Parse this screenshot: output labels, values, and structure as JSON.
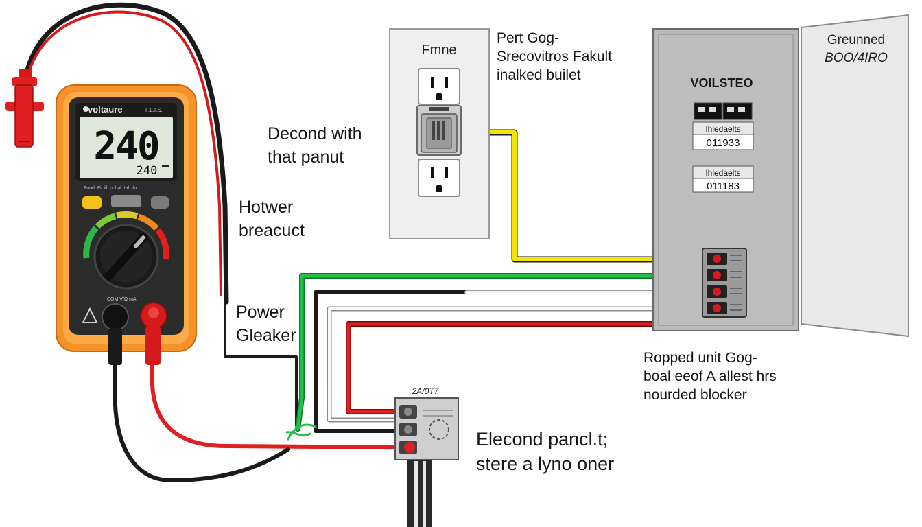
{
  "meter": {
    "brand": "voltaure",
    "model": "F.L.I.S.",
    "reading": "240",
    "sub_reading": "240",
    "function_row": "Fund. Fi. iil. nchal. tal. tlu"
  },
  "outlet": {
    "title": "Fmne"
  },
  "panel": {
    "title": "VOILSTEO",
    "breaker_1": {
      "label": "Ihledaelts",
      "value": "011933"
    },
    "breaker_2": {
      "label": "Ihledaelts",
      "value": "011183"
    },
    "door_label": [
      "Greunned",
      "BOO/4IRO"
    ]
  },
  "junction_box": {
    "label": "2A/0T7"
  },
  "labels": {
    "outlet_note": [
      "Pert Gog-",
      "Srecovitros Fakult",
      "inalked builet"
    ],
    "decond": [
      "Decond with",
      "that panut"
    ],
    "hotwer": [
      "Hotwer",
      "breacuct"
    ],
    "power": [
      "Power",
      "Gleaker"
    ],
    "ropped": [
      "Ropped unit Gog-",
      "boal eeof  A allest hrs",
      "nourded blocker"
    ],
    "elecond": [
      "Elecond pancl.t;",
      "stere a lyno oner"
    ]
  },
  "colors": {
    "meter_body": "#f5922a",
    "meter_face": "#2b2b2b",
    "lcd": "#dfe8d8",
    "hot_wire": "#e02020",
    "neutral_wire": "#e8e8e8",
    "ground_wire": "#20b040",
    "black_wire": "#1a1a1a",
    "yellow_wire": "#f2e600",
    "panel": "#b9b9b9"
  }
}
